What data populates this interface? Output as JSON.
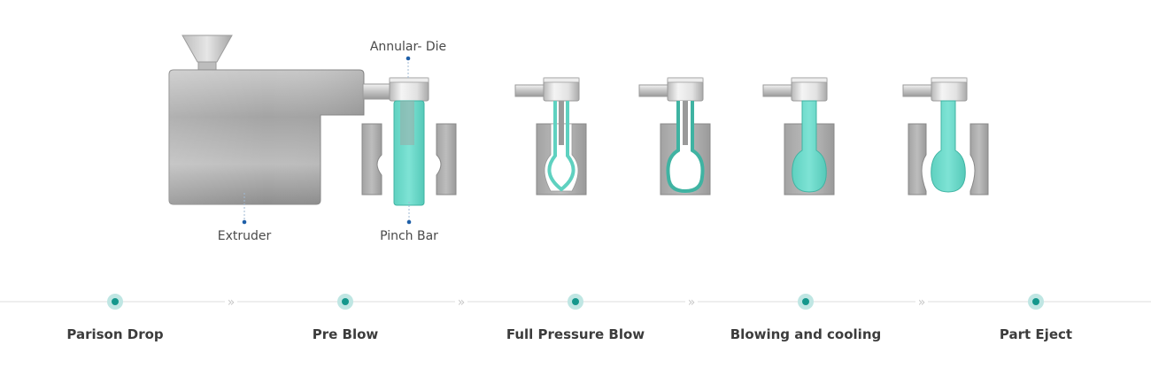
{
  "labels": {
    "die": "Annular- Die",
    "extruder": "Extruder",
    "pinch": "Pinch Bar"
  },
  "steps": [
    {
      "label": "Parison Drop"
    },
    {
      "label": "Pre Blow"
    },
    {
      "label": "Full Pressure Blow"
    },
    {
      "label": "Blowing and cooling"
    },
    {
      "label": "Part Eject"
    }
  ],
  "separator_glyph": "»",
  "colors": {
    "metal_light": "#dcdcdc",
    "metal_dark": "#8f8f8f",
    "plastic": "#6ad9c9",
    "plastic_edge": "#3fb3a2",
    "step_dot": "#14978c",
    "step_halo": "#bfe6e3",
    "callout_dot": "#1e5fa8",
    "timeline": "#dddddd"
  }
}
